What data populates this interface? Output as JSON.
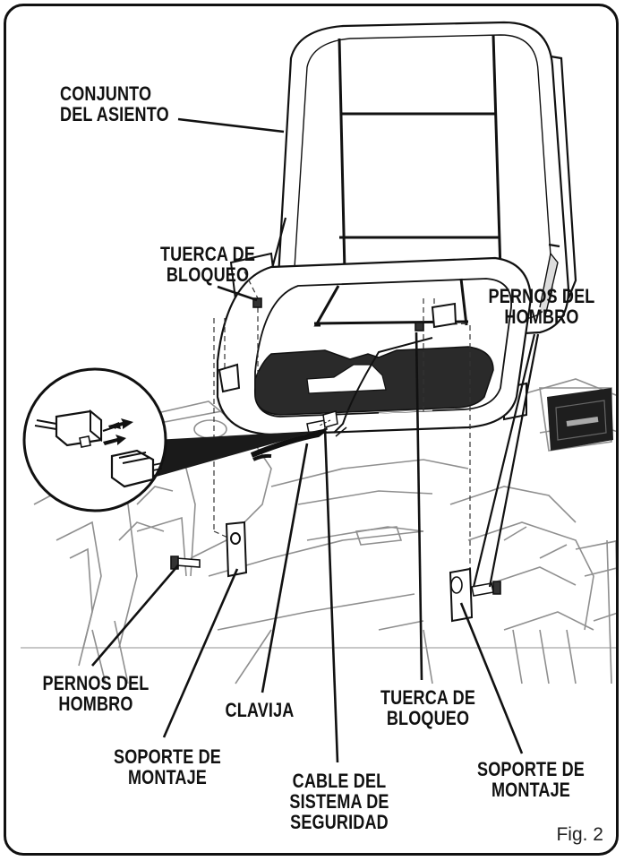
{
  "labels": {
    "seat_assembly": [
      "CONJUNTO",
      "DEL ASIENTO"
    ],
    "lock_nut_top": [
      "TUERCA DE",
      "BLOQUEO"
    ],
    "shoulder_bolts_right": [
      "PERNOS DEL",
      "HOMBRO"
    ],
    "shoulder_bolts_left": [
      "PERNOS DEL",
      "HOMBRO"
    ],
    "plug": [
      "CLAVIJA"
    ],
    "lock_nut_bottom": [
      "TUERCA DE",
      "BLOQUEO"
    ],
    "mount_bracket_left": [
      "SOPORTE DE",
      "MONTAJE"
    ],
    "safety_cable": [
      "CABLE DEL",
      "SISTEMA DE",
      "SEGURIDAD"
    ],
    "mount_bracket_right": [
      "SOPORTE DE",
      "MONTAJE"
    ]
  },
  "figure_label": "Fig. 2",
  "colors": {
    "ink": "#111111",
    "ghost": "#9a9a9a",
    "cushion": "#ffffff"
  }
}
